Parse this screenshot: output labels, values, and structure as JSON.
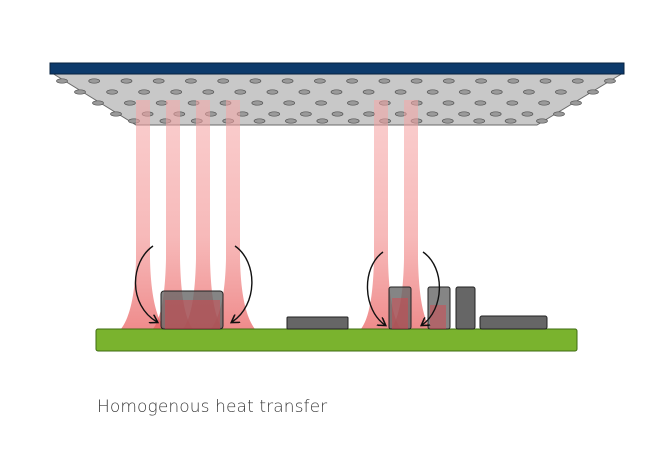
{
  "caption": "Homogenous heat transfer",
  "colors": {
    "cold_plate_top": "#0d3a6b",
    "cold_plate_face": "#c9c9c9",
    "perforation": "#8e8e8e",
    "heat_plume": "#f08080",
    "circuit_board": "#7ab32e",
    "components": "#666666",
    "flow_arrows": "#111111"
  },
  "icons": {
    "cold_plate": "perforated-cold-plate",
    "heat_plume": "rising-heat-plume",
    "flow_arrow": "curved-arrow",
    "board": "circuit-board",
    "component": "electronic-component"
  }
}
